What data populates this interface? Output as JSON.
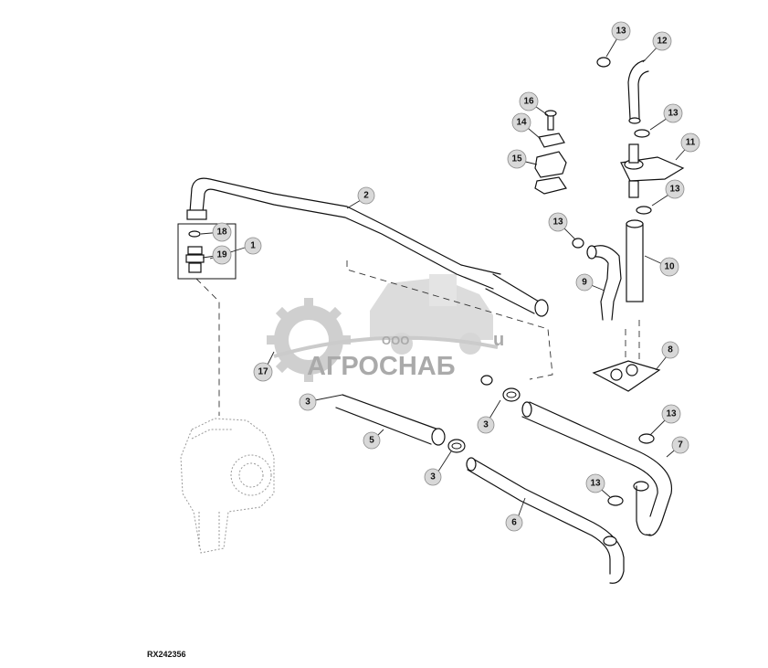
{
  "figure_id": "RX242356",
  "callouts": [
    {
      "id": "c1",
      "label": "1"
    },
    {
      "id": "c2",
      "label": "2"
    },
    {
      "id": "c3a",
      "label": "3"
    },
    {
      "id": "c3b",
      "label": "3"
    },
    {
      "id": "c3c",
      "label": "3"
    },
    {
      "id": "c5",
      "label": "5"
    },
    {
      "id": "c6",
      "label": "6"
    },
    {
      "id": "c7",
      "label": "7"
    },
    {
      "id": "c8",
      "label": "8"
    },
    {
      "id": "c9",
      "label": "9"
    },
    {
      "id": "c10",
      "label": "10"
    },
    {
      "id": "c11",
      "label": "11"
    },
    {
      "id": "c12",
      "label": "12"
    },
    {
      "id": "c13a",
      "label": "13"
    },
    {
      "id": "c13b",
      "label": "13"
    },
    {
      "id": "c13c",
      "label": "13"
    },
    {
      "id": "c13d",
      "label": "13"
    },
    {
      "id": "c13e",
      "label": "13"
    },
    {
      "id": "c13f",
      "label": "13"
    },
    {
      "id": "c14",
      "label": "14"
    },
    {
      "id": "c15",
      "label": "15"
    },
    {
      "id": "c16",
      "label": "16"
    },
    {
      "id": "c17",
      "label": "17"
    },
    {
      "id": "c18",
      "label": "18"
    },
    {
      "id": "c19",
      "label": "19"
    }
  ],
  "watermark": {
    "company_prefix": "ООО",
    "company_name": "АГРОСНАБ",
    "suffix": "u"
  },
  "colors": {
    "line": "#111111",
    "callout_fill": "#d8d8d8",
    "watermark": "#c7c7c7"
  }
}
